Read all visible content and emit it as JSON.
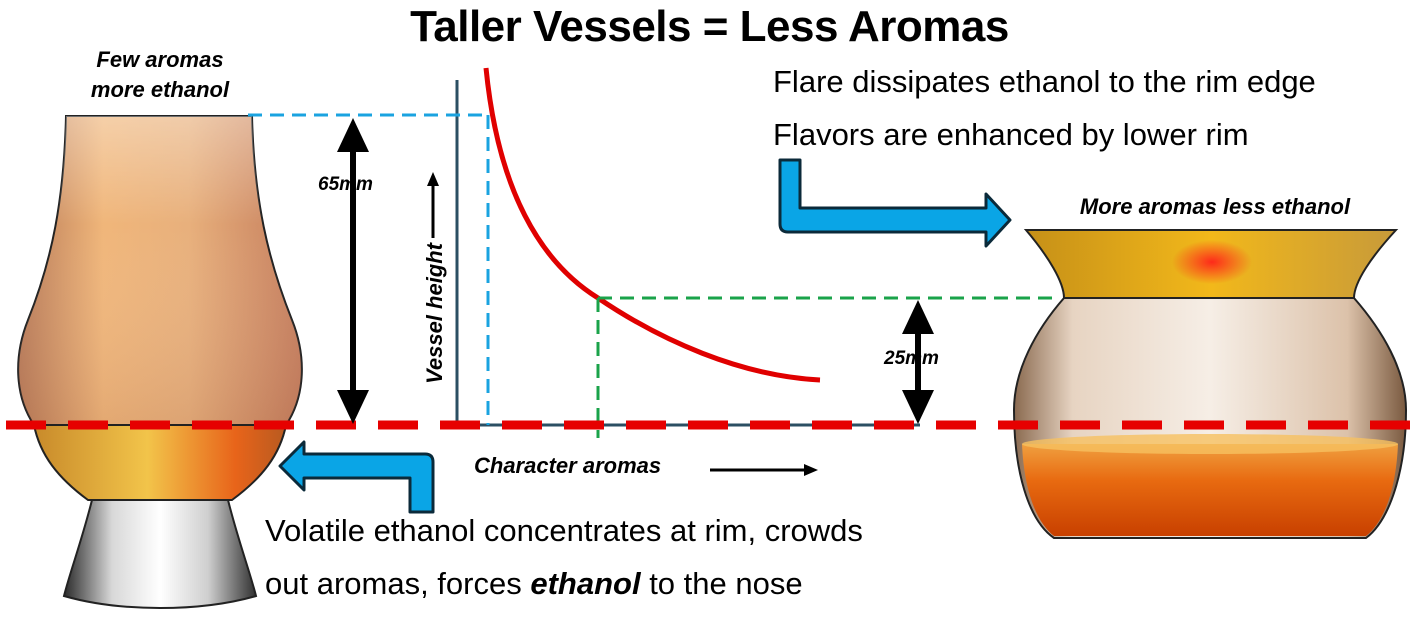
{
  "title": "Taller Vessels = Less Aromas",
  "left_glass": {
    "label_line1": "Few aromas",
    "label_line2": "more ethanol",
    "height_label": "65mm"
  },
  "right_glass": {
    "label": "More aromas less ethanol",
    "height_label": "25mm"
  },
  "graph": {
    "y_axis_label": "Vessel height",
    "x_axis_label": "Character aromas"
  },
  "notes": {
    "flare": "Flare dissipates ethanol to the rim edge",
    "flavors": "Flavors are enhanced by lower rim",
    "volatile_line1": "Volatile ethanol concentrates at rim, crowds",
    "volatile_line2_pre": "out aromas,  forces ",
    "volatile_line2_em": "ethanol",
    "volatile_line2_post": " to the nose"
  },
  "colors": {
    "guide_line": "#e60000",
    "curve": "#e00000",
    "left_guide": "#1aa3e0",
    "right_guide": "#1aa34a",
    "arrow_fill": "#0aa5e6",
    "axis": "#2b4f63",
    "whisky_amber": "#e8a640",
    "whisky_deep": "#d64b00"
  }
}
